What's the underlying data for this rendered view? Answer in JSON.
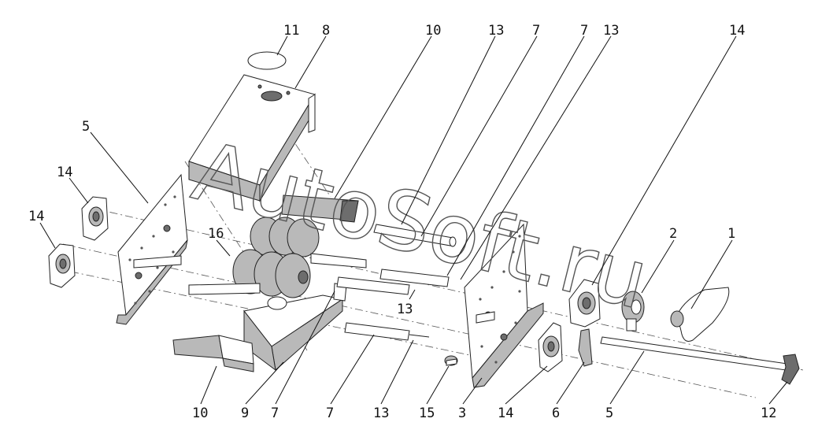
{
  "watermark": "AutoSoft.ru",
  "callouts": {
    "c11": "11",
    "c8": "8",
    "c10a": "10",
    "c13a": "13",
    "c7a": "7",
    "c7b": "7",
    "c13b": "13",
    "c14a": "14",
    "c5a": "5",
    "c14b": "14",
    "c14c": "14",
    "c16": "16",
    "c2": "2",
    "c1": "1",
    "c13c": "13",
    "c10b": "10",
    "c9": "9",
    "c7c": "7",
    "c7d": "7",
    "c13d": "13",
    "c15": "15",
    "c3": "3",
    "c14d": "14",
    "c6": "6",
    "c5b": "5",
    "c12": "12"
  }
}
